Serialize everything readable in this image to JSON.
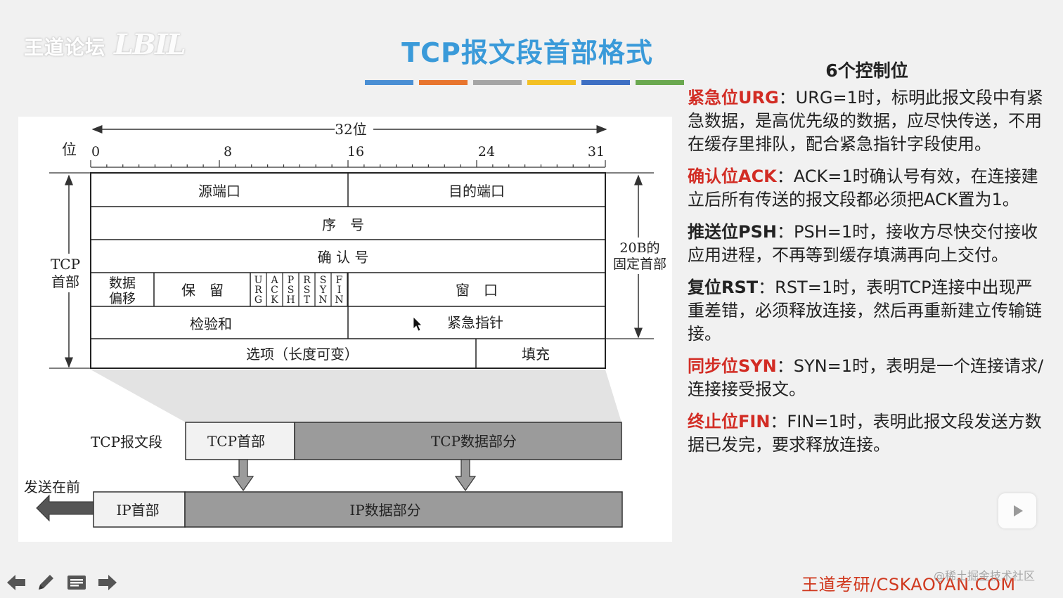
{
  "watermark": {
    "label": "王道论坛",
    "scribble": "LBIL"
  },
  "slide": {
    "title": "TCP报文段首部格式",
    "color_stripes": [
      "#4a8fd4",
      "#e8752e",
      "#a5a5a5",
      "#f3c024",
      "#3e6fc3",
      "#6aa84f"
    ]
  },
  "figure": {
    "bits_label": "32位",
    "wei_label": "位",
    "ticks": [
      "0",
      "8",
      "16",
      "24",
      "31"
    ],
    "tcp_header_label": [
      "TCP",
      "首部"
    ],
    "fixed_label": [
      "20B的",
      "固定首部"
    ],
    "rows": {
      "src_port": "源端口",
      "dst_port": "目的端口",
      "seq": "序　号",
      "ack": "确 认 号",
      "offset": [
        "数据",
        "偏移"
      ],
      "reserved": "保　留",
      "flags": [
        [
          "U",
          "R",
          "G"
        ],
        [
          "A",
          "C",
          "K"
        ],
        [
          "P",
          "S",
          "H"
        ],
        [
          "R",
          "S",
          "T"
        ],
        [
          "S",
          "Y",
          "N"
        ],
        [
          "F",
          "I",
          "N"
        ]
      ],
      "window": "窗　口",
      "checksum": "检验和",
      "urgent_ptr": "紧急指针",
      "options": "选项（长度可变）",
      "padding": "填充"
    },
    "tcp_segment_label": "TCP报文段",
    "tcp_header_box": "TCP首部",
    "tcp_data_box": "TCP数据部分",
    "send_first_label": "发送在前",
    "ip_header_box": "IP首部",
    "ip_data_box": "IP数据部分"
  },
  "panel": {
    "heading": "6个控制位",
    "items": [
      {
        "key": "紧急位URG",
        "sep": "：",
        "text": "URG=1时，标明此报文段中有紧急数据，是高优先级的数据，应尽快传送，不用在缓存里排队，配合紧急指针字段使用。",
        "red": true
      },
      {
        "key": "确认位ACK",
        "sep": "：",
        "text": "ACK=1时确认号有效，在连接建立后所有传送的报文段都必须把ACK置为1。",
        "red": true
      },
      {
        "key": "推送位PSH",
        "sep": "：",
        "text": "PSH=1时，接收方尽快交付接收应用进程，不再等到缓存填满再向上交付。",
        "red": false
      },
      {
        "key": "复位RST",
        "sep": "：",
        "text": "RST=1时，表明TCP连接中出现严重差错，必须释放连接，然后再重新建立传输链接。",
        "red": false
      },
      {
        "key": "同步位SYN",
        "sep": "：",
        "text": "SYN=1时，表明是一个连接请求/连接接受报文。",
        "red": true
      },
      {
        "key": "终止位FIN",
        "sep": "：",
        "text": "FIN=1时，表明此报文段发送方数据已发完，要求释放连接。",
        "red": true
      }
    ]
  },
  "footer": {
    "brand": "王道考研/CSKAOYAN.COM",
    "juejin": "@稀土掘金技术社区"
  },
  "icons": {
    "prev": "arrow-left-icon",
    "pen": "pen-icon",
    "menu": "menu-icon",
    "next": "arrow-right-icon",
    "play": "play-icon"
  }
}
